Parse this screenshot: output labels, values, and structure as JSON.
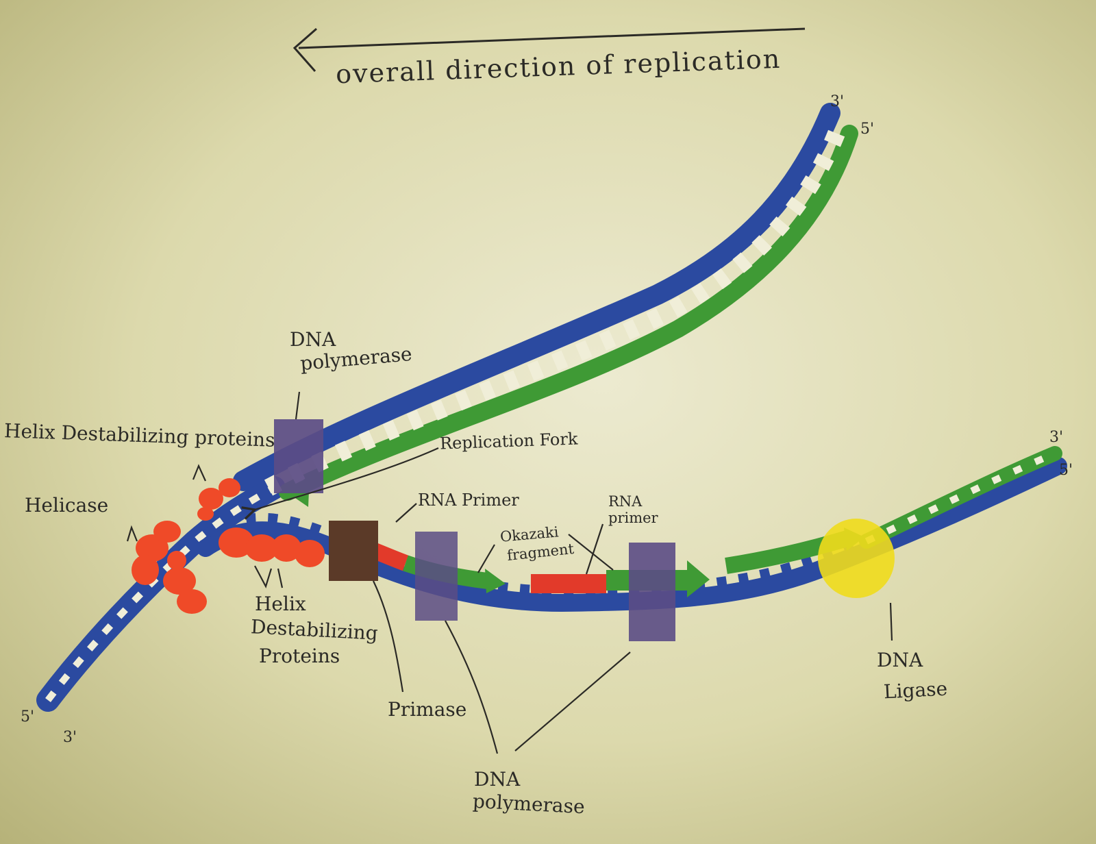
{
  "title": "overall direction of replication",
  "labels": {
    "dna_polymerase_top_l1": "DNA",
    "dna_polymerase_top_l2": "polymerase",
    "helix_destab_top": "Helix Destabilizing proteins",
    "helicase": "Helicase",
    "replication_fork": "Replication Fork",
    "rna_primer_1": "RNA Primer",
    "rna_primer_2_l1": "RNA",
    "rna_primer_2_l2": "primer",
    "okazaki_l1": "Okazaki",
    "okazaki_l2": "fragment",
    "helix_destab_bottom_l1": "Helix",
    "helix_destab_bottom_l2": "Destabilizing",
    "helix_destab_bottom_l3": "Proteins",
    "primase": "Primase",
    "dna_ligase_l1": "DNA",
    "dna_ligase_l2": "Ligase",
    "dna_polymerase_bottom_l1": "DNA",
    "dna_polymerase_bottom_l2": "polymerase"
  },
  "strand_ends": {
    "top_3": "3'",
    "top_5": "5'",
    "right_3": "3'",
    "right_5": "5'",
    "bottom_5": "5'",
    "bottom_3": "3'"
  },
  "colors": {
    "template_strand": "#2b4aa0",
    "new_strand": "#3f9a35",
    "rna_primer": "#e23a2a",
    "helicase": "#ef4a28",
    "polymerase": "#5b4c85",
    "primase": "#5b3a28",
    "ligase": "#f0dc1c"
  }
}
